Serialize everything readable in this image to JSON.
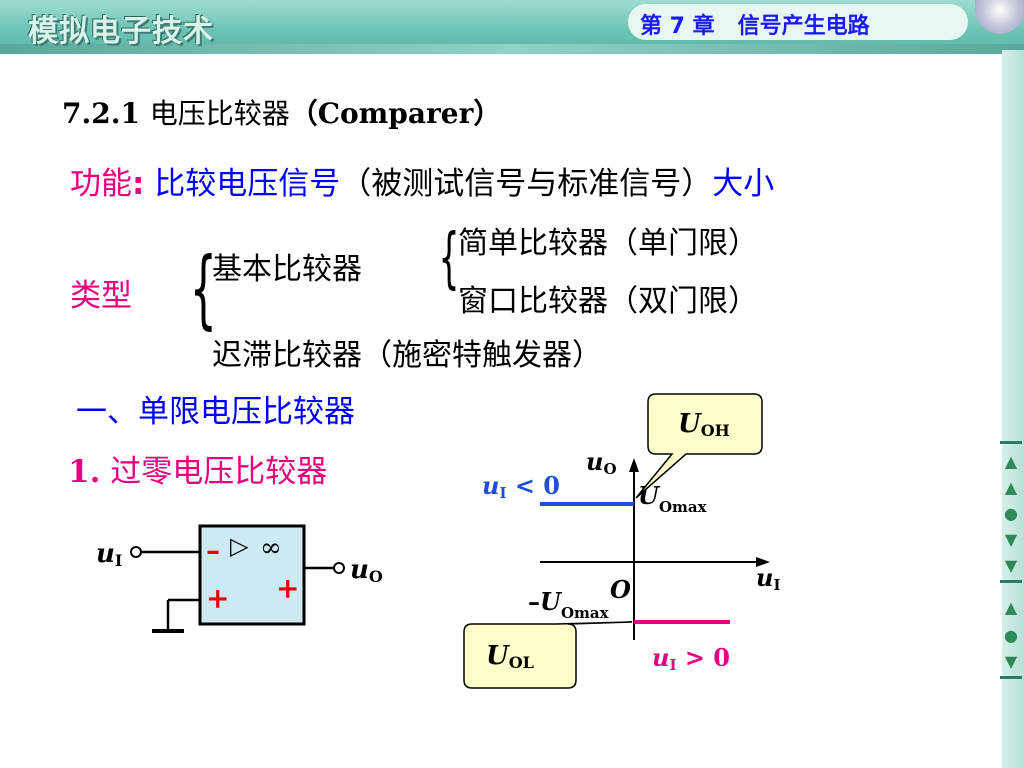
{
  "header": {
    "course_title": "模拟电子技术",
    "chapter": "第 7 章",
    "chapter_title": "信号产生电路"
  },
  "section": {
    "number": "7.2.1",
    "title": "电压比较器",
    "title_en": "（Comparer）"
  },
  "function": {
    "label": "功能",
    "colon": ":",
    "text_a": "比较电压信号",
    "text_b": "（被测试信号与标准信号）",
    "text_c": "大小"
  },
  "types": {
    "label": "类型",
    "basic": "基本比较器",
    "simple": "简单比较器（单门限）",
    "window": "窗口比较器（双门限）",
    "hysteresis": "迟滞比较器（施密特触发器）"
  },
  "subsection": "一、单限电压比较器",
  "item1": {
    "num": "1.",
    "title": "过零电压比较器"
  },
  "circuit": {
    "input": "u",
    "input_sub": "I",
    "output": "u",
    "output_sub": "O",
    "minus": "–",
    "plus_inner": "+",
    "plus_outer": "+",
    "triangle": "▷",
    "infinity": "∞"
  },
  "graph": {
    "y_axis": "u",
    "y_axis_sub": "O",
    "x_axis": "u",
    "x_axis_sub": "I",
    "origin": "O",
    "cond_left": "u",
    "cond_left_sub": "I",
    "cond_left_rel": " < 0",
    "cond_right": "u",
    "cond_right_sub": "I",
    "cond_right_rel": " > 0",
    "umax_pos": "U",
    "umax_pos_sub": "Omax",
    "umax_neg_prefix": "–",
    "umax_neg": "U",
    "umax_neg_sub": "Omax",
    "callout_high": "U",
    "callout_high_sub": "OH",
    "callout_low": "U",
    "callout_low_sub": "OL",
    "colors": {
      "high": "#1f4fd6",
      "low": "#e6007e",
      "callout_fill": "#ffffcc"
    }
  }
}
